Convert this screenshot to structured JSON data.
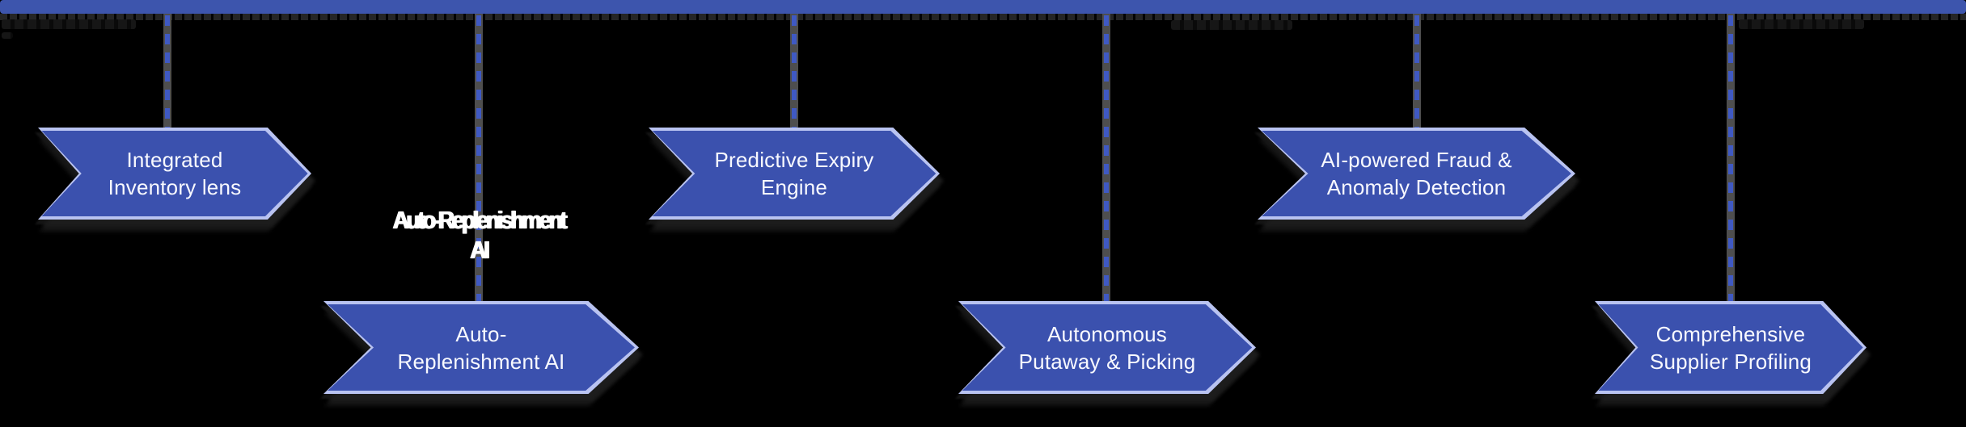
{
  "diagram": {
    "colors": {
      "bar": "#3d55ad",
      "node_fill": "#3b51ae",
      "node_border": "#b9c3f1",
      "node_text": "#f8f9ff",
      "connector_gray": "#4e4e4e",
      "connector_blue": "#3f59c3",
      "background": "#000000",
      "shadow": "#1c1c1c"
    },
    "nodes": [
      {
        "label": "Integrated\nInventory lens",
        "row": "top"
      },
      {
        "label": "Auto-\nReplenishment AI",
        "row": "bottom"
      },
      {
        "label": "Predictive Expiry\nEngine",
        "row": "top"
      },
      {
        "label": "Autonomous\nPutaway & Picking",
        "row": "bottom"
      },
      {
        "label": "AI-powered Fraud &\nAnomaly Detection",
        "row": "top"
      },
      {
        "label": "Comprehensive\nSupplier Profiling",
        "row": "bottom"
      }
    ],
    "ghost_labels": {
      "white_glitch": "Auto-Replenishment\nAI"
    }
  }
}
